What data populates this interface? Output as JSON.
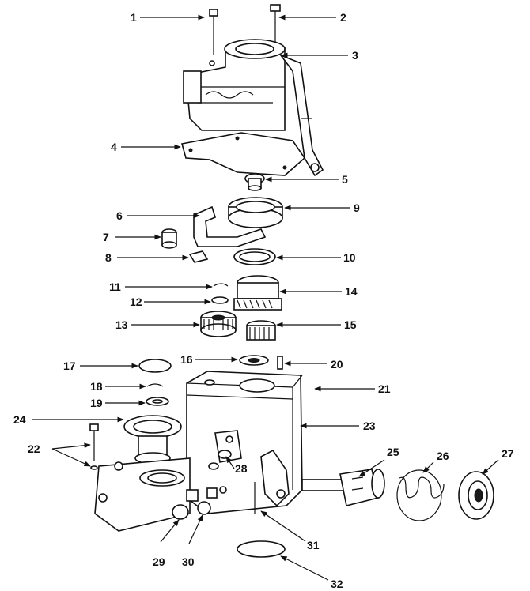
{
  "diagram": {
    "type": "exploded-parts-view",
    "labels": [
      "1",
      "2",
      "3",
      "4",
      "5",
      "6",
      "7",
      "8",
      "9",
      "10",
      "11",
      "12",
      "13",
      "14",
      "15",
      "16",
      "17",
      "18",
      "19",
      "20",
      "21",
      "22",
      "23",
      "24",
      "25",
      "26",
      "27",
      "28",
      "29",
      "30",
      "31",
      "32"
    ]
  }
}
